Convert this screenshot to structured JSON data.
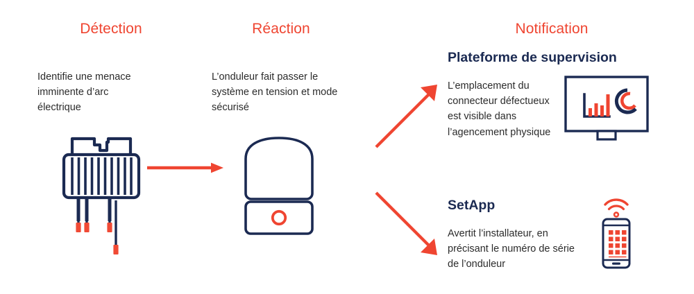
{
  "diagram": {
    "title": "Détection / Réaction / Notification — protection arc électrique",
    "colors": {
      "accent_red": "#ef4531",
      "navy": "#1b2a52",
      "body_text": "#2b2b2b",
      "background": "#ffffff"
    }
  },
  "columns": {
    "detection": {
      "heading": "Détection",
      "body": "Identifie une menace imminente d’arc électrique",
      "icon_name": "power-optimizer-icon"
    },
    "reaction": {
      "heading": "Réaction",
      "body": "L’onduleur fait passer le système en tension et mode sécurisé",
      "icon_name": "inverter-icon"
    },
    "notification": {
      "heading": "Notification",
      "items": [
        {
          "heading": "Plateforme de supervision",
          "body": "L’emplacement du connecteur défectueux est visible dans l’agencement physique",
          "icon_name": "monitor-dashboard-icon"
        },
        {
          "heading": "SetApp",
          "body": "Avertit l’installateur, en précisant le numéro de série de l’onduleur",
          "icon_name": "smartphone-wifi-icon"
        }
      ]
    }
  },
  "arrows": [
    {
      "name": "arrow-detection-to-reaction",
      "direction": "right"
    },
    {
      "name": "arrow-reaction-to-platform",
      "direction": "up-right"
    },
    {
      "name": "arrow-reaction-to-setapp",
      "direction": "down-right"
    }
  ],
  "icon_details": {
    "monitor": {
      "bar_chart_values": [
        3,
        6,
        5,
        10
      ],
      "donut_name": "donut-chart-glyph"
    },
    "phone": {
      "keypad_rows": 4,
      "keypad_cols": 3,
      "signal_name": "wifi-signal-icon"
    },
    "inverter": {
      "indicator_name": "status-led-icon"
    },
    "optimizer": {
      "fin_count": 11,
      "lead_tip_name": "connector-tip"
    }
  }
}
